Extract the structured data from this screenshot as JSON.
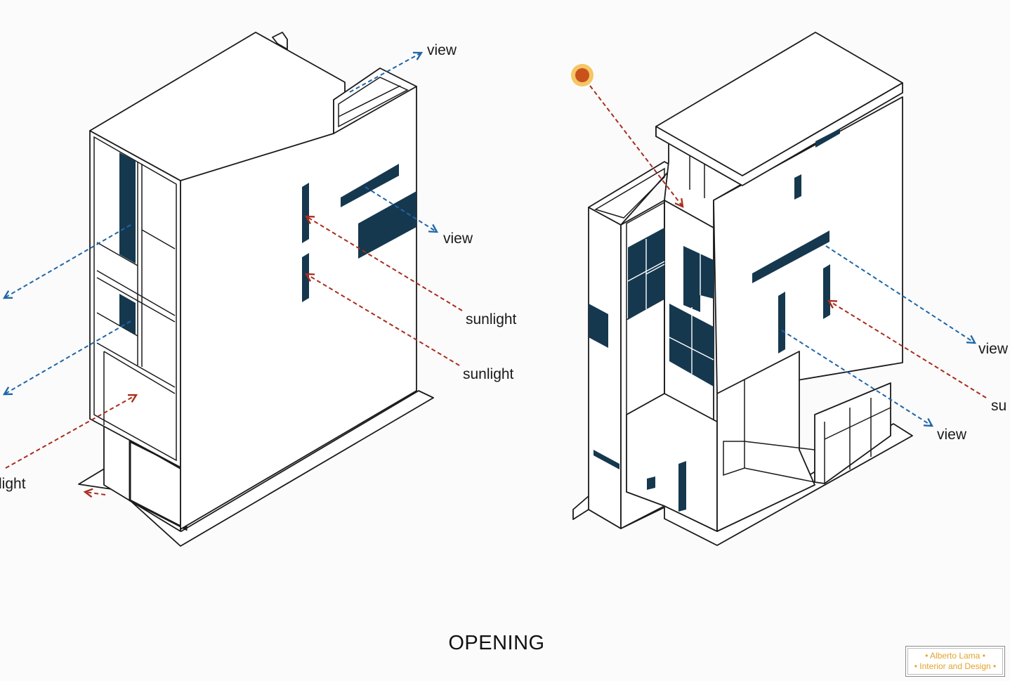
{
  "title": "OPENING",
  "labels": {
    "view": "view",
    "sunlight": "sunlight",
    "light_cropped": "light",
    "sun_cropped": "su"
  },
  "colors": {
    "view_arrow": "#1f66a8",
    "sunlight_arrow": "#a82d1c",
    "window_fill": "#15384f",
    "sun": "#e58a17"
  },
  "watermark": {
    "line1": "• Alberto Lama •",
    "line2": "• Interior and Design •"
  }
}
